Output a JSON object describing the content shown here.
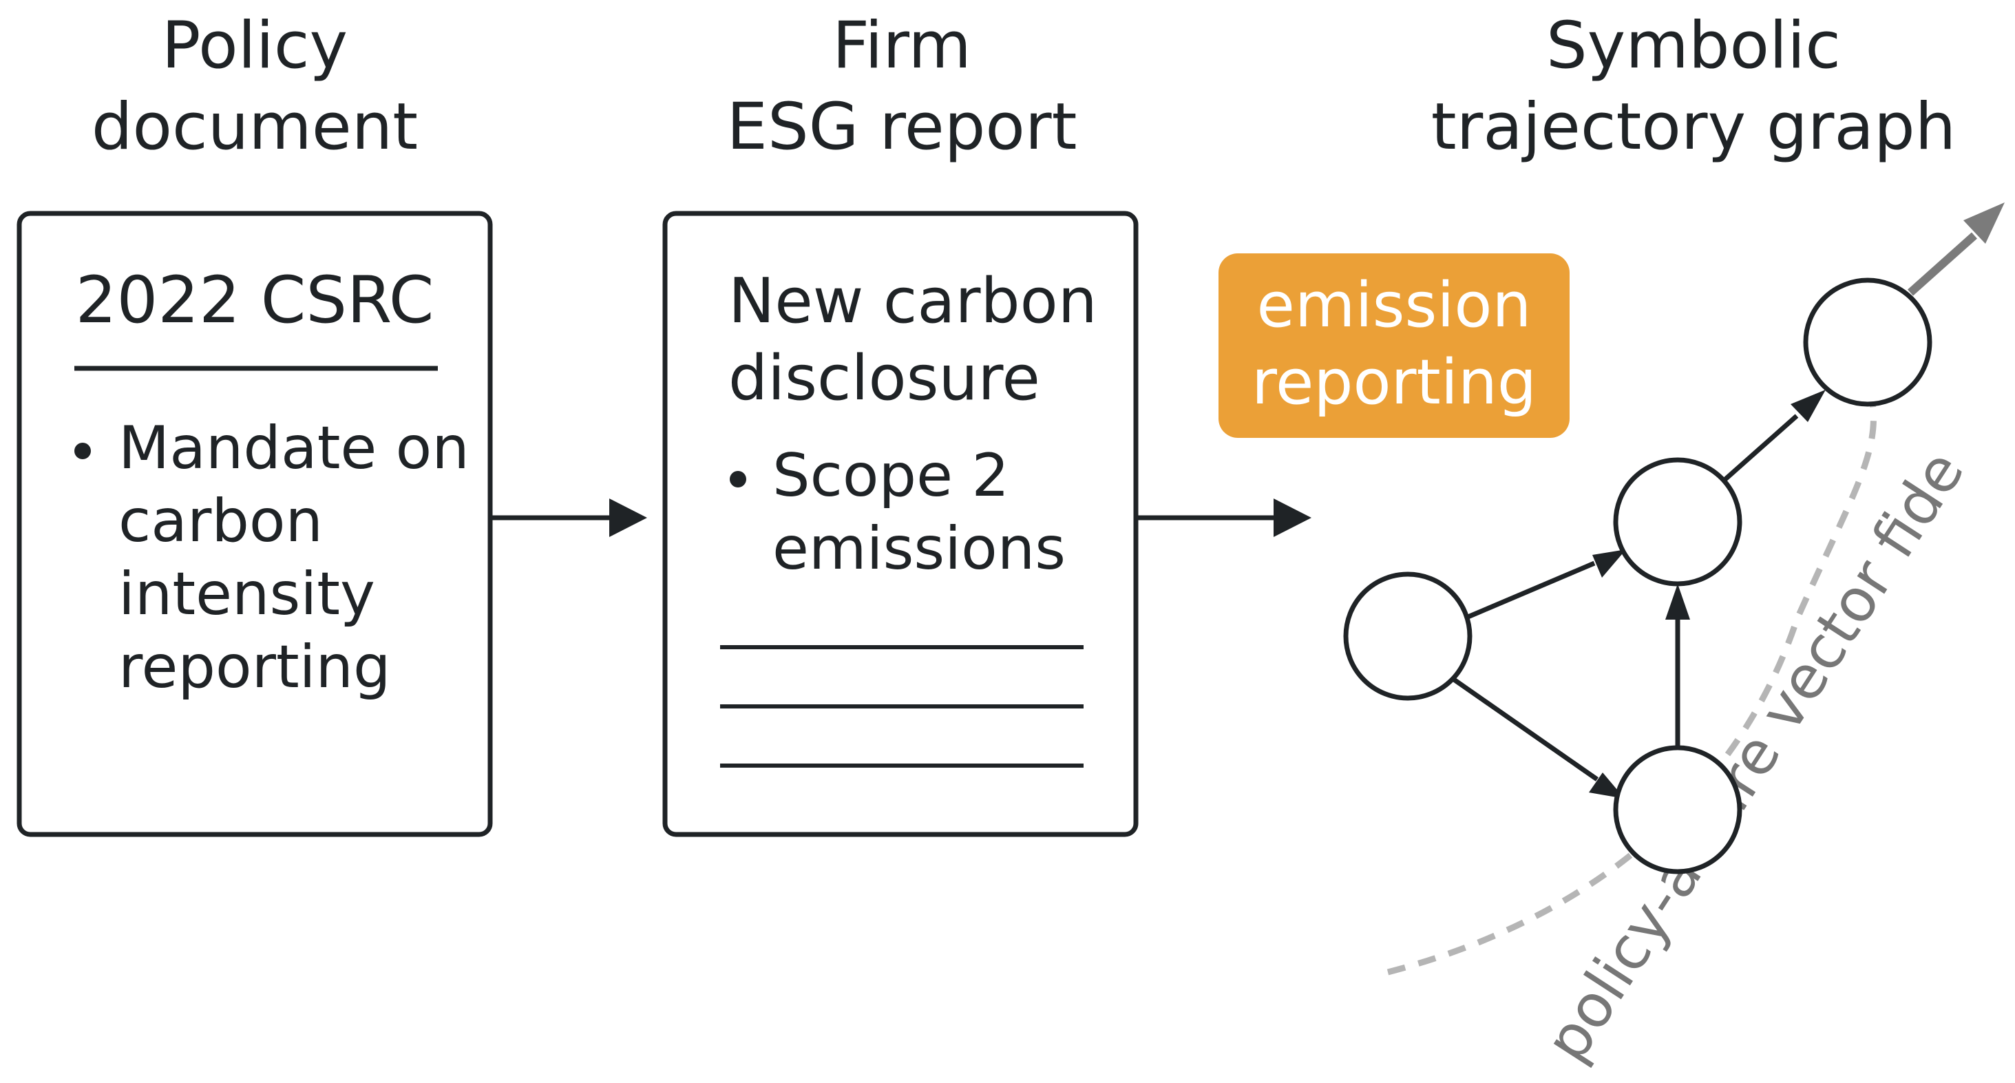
{
  "titles": {
    "policy_line1": "Policy",
    "policy_line2": "document",
    "esg_line1": "Firm",
    "esg_line2": "ESG report",
    "graph_line1": "Symbolic",
    "graph_line2": "trajectory graph"
  },
  "policy_box": {
    "heading": "2022 CSRC",
    "bullet_line1": "Mandate on",
    "bullet_line2": "carbon",
    "bullet_line3": "intensity",
    "bullet_line4": "reporting"
  },
  "esg_box": {
    "heading_line1": "New carbon",
    "heading_line2": "disclosure",
    "bullet_line1": "Scope 2",
    "bullet_line2": "emissions"
  },
  "highlight": {
    "line1": "emission",
    "line2": "reporting"
  },
  "field_label": "policy-aware vector fide",
  "colors": {
    "ink": "#1f2326",
    "highlight_fill": "#eba037",
    "highlight_text": "#ffffff",
    "dashed_field": "#b5b5b5",
    "outgoing_arrow": "#7b7b7b",
    "field_label": "#777777"
  }
}
